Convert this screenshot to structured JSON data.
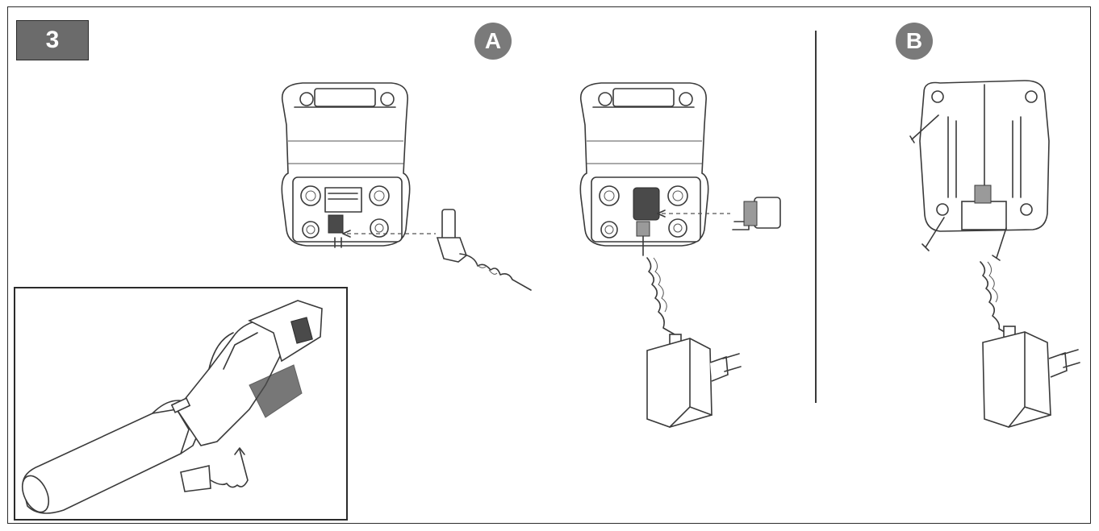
{
  "step": {
    "number": "3"
  },
  "panels": {
    "a": {
      "label": "A"
    },
    "b": {
      "label": "B"
    }
  },
  "colors": {
    "badge_fill": "#6b6b6b",
    "circle_fill": "#7a7a7a",
    "line": "#3a3a3a"
  },
  "icons": [
    "wall-bracket-icon",
    "power-adapter-icon",
    "plug-connector-icon",
    "screw-icon",
    "leaf-blower-icon",
    "arrow-icon"
  ]
}
